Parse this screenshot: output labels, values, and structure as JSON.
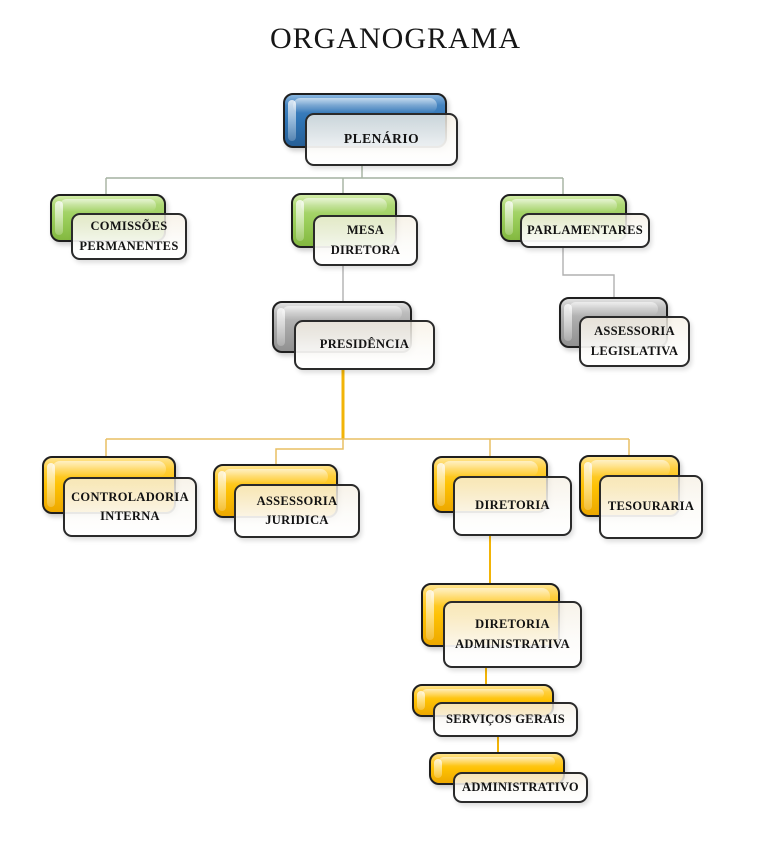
{
  "title": "ORGANOGRAMA",
  "palette": {
    "blue": "#2e74b5",
    "green": "#9ccf5c",
    "gray": "#a9a9a9",
    "yellow": "#fec204",
    "connector_top": "#a4b1a0",
    "connector_gray": "#b0b0b0",
    "connector_gold": "#f2b407",
    "connector_gold_light": "#e8bf63"
  },
  "nodes": [
    {
      "id": "plenario",
      "label": "PLENÁRIO",
      "color": "blue"
    },
    {
      "id": "comissoes-permanentes",
      "label": "COMISSÕES\nPERMANENTES",
      "color": "green"
    },
    {
      "id": "mesa-diretora",
      "label": "MESA\nDIRETORA",
      "color": "green"
    },
    {
      "id": "parlamentares",
      "label": "PARLAMENTARES",
      "color": "green"
    },
    {
      "id": "presidencia",
      "label": "PRESIDÊNCIA",
      "color": "gray"
    },
    {
      "id": "assessoria-legislativa",
      "label": "ASSESSORIA\nLEGISLATIVA",
      "color": "gray"
    },
    {
      "id": "controladoria-interna",
      "label": "CONTROLADORIA\nINTERNA",
      "color": "yellow"
    },
    {
      "id": "assessoria-juridica",
      "label": "ASSESSORIA\nJURIDICA",
      "color": "yellow"
    },
    {
      "id": "diretoria",
      "label": "DIRETORIA",
      "color": "yellow"
    },
    {
      "id": "tesouraria",
      "label": "TESOURARIA",
      "color": "yellow"
    },
    {
      "id": "diretoria-administrativa",
      "label": "DIRETORIA\nADMINISTRATIVA",
      "color": "yellow"
    },
    {
      "id": "servicos-gerais",
      "label": "SERVIÇOS GERAIS",
      "color": "yellow"
    },
    {
      "id": "administrativo",
      "label": "ADMINISTRATIVO",
      "color": "yellow"
    }
  ],
  "edges": [
    [
      "plenario",
      "comissoes-permanentes"
    ],
    [
      "plenario",
      "mesa-diretora"
    ],
    [
      "plenario",
      "parlamentares"
    ],
    [
      "mesa-diretora",
      "presidencia"
    ],
    [
      "parlamentares",
      "assessoria-legislativa"
    ],
    [
      "presidencia",
      "controladoria-interna"
    ],
    [
      "presidencia",
      "assessoria-juridica"
    ],
    [
      "presidencia",
      "diretoria"
    ],
    [
      "presidencia",
      "tesouraria"
    ],
    [
      "diretoria",
      "diretoria-administrativa"
    ],
    [
      "diretoria-administrativa",
      "servicos-gerais"
    ],
    [
      "servicos-gerais",
      "administrativo"
    ]
  ]
}
